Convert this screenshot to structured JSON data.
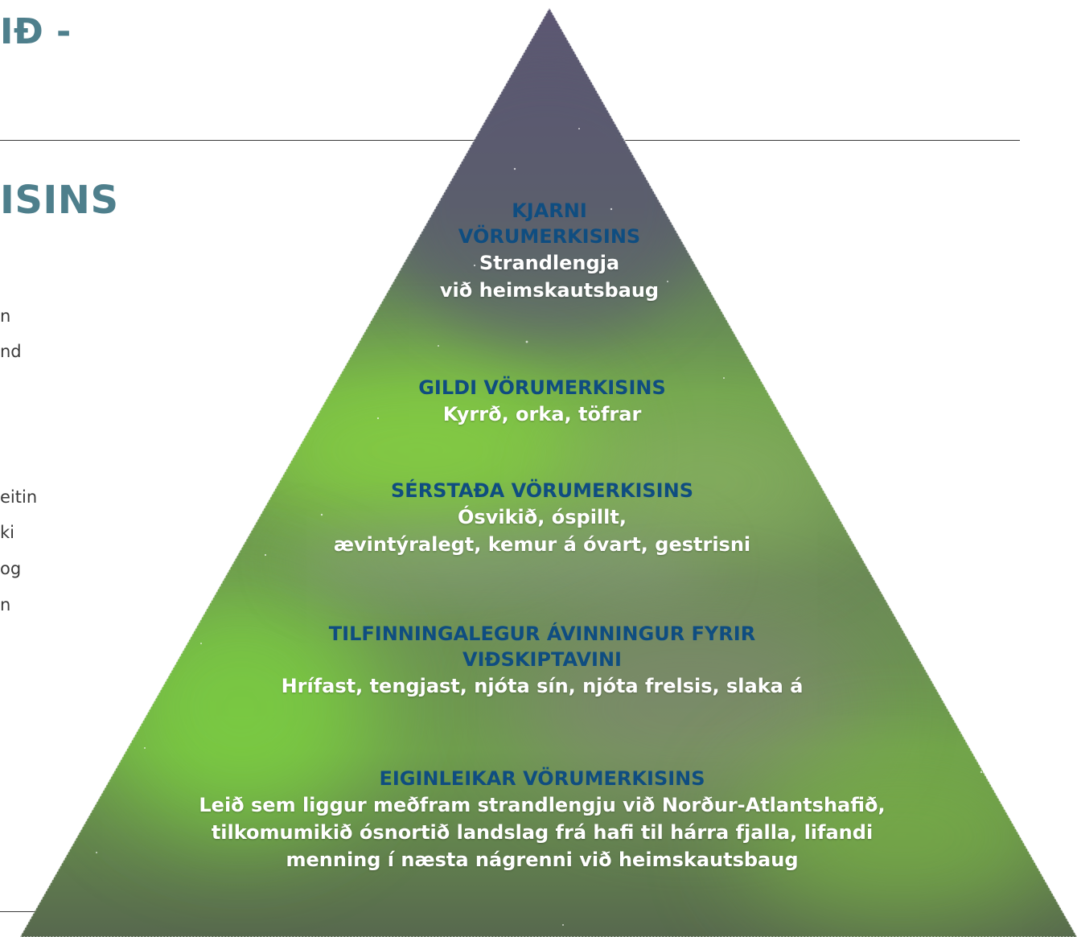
{
  "headings": {
    "top": "IÐ -",
    "section": "ISINS"
  },
  "body_fragments": [
    "n",
    "nd",
    "eitin",
    "ki",
    "og",
    "n"
  ],
  "pyramid": {
    "tiers": [
      {
        "title": "KJARNI\nVÖRUMERKISINS",
        "text": "Strandlengja\nvið heimskautsbaug"
      },
      {
        "title": "GILDI VÖRUMERKISINS",
        "text": "Kyrrð, orka, töfrar"
      },
      {
        "title": "SÉRSTAÐA VÖRUMERKISINS",
        "text": "Ósvikið, óspillt,\nævintýralegt, kemur á óvart, gestrisni"
      },
      {
        "title": "TILFINNINGALEGUR ÁVINNINGUR FYRIR\nVIÐSKIPTAVINI",
        "text": "Hrífast, tengjast, njóta sín, njóta frelsis, slaka á"
      },
      {
        "title": "EIGINLEIKAR VÖRUMERKISINS",
        "text": "Leið sem liggur meðfram strandlengju við Norður-Atlantshafið,\ntilkomumikið ósnortið landslag frá hafi til hárra fjalla, lifandi\nmenning í næsta nágrenni við heimskautsbaug"
      }
    ]
  },
  "colors": {
    "heading": "#4e7f8c",
    "tier_title": "#0f4d80",
    "tier_text": "#ffffff",
    "sky_top": "#5c5574",
    "aurora_green": "#7fdc3c"
  }
}
